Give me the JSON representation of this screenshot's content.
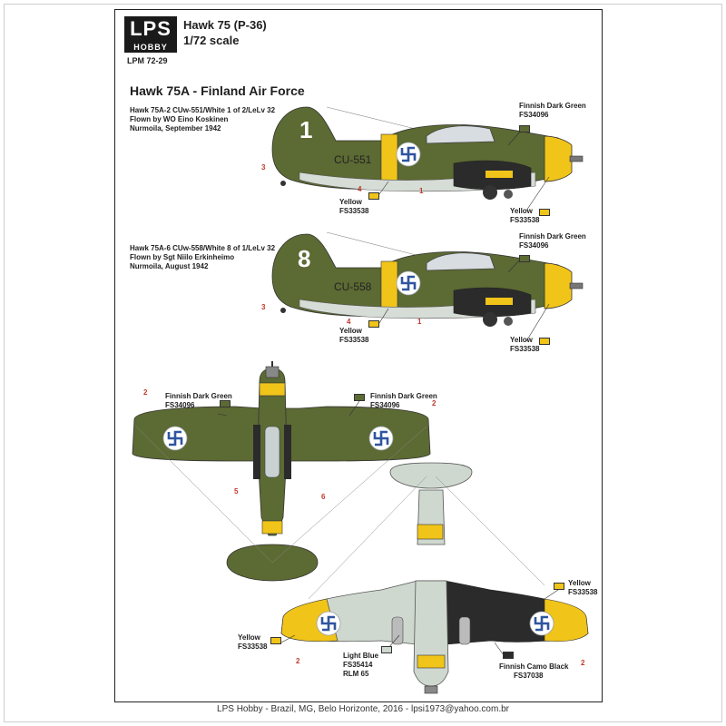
{
  "header": {
    "logo_main": "LPS",
    "logo_sub": "HOBBY",
    "kit_code": "LPM 72-29",
    "model_name": "Hawk 75 (P-36)",
    "scale": "1/72 scale"
  },
  "section_title": "Hawk 75A - Finland Air Force",
  "profiles": [
    {
      "caption": [
        "Hawk 75A-2 CUw-551/White 1 of 2/LeLv 32",
        "Flown by WO Eino Koskinen",
        "Nurmoila, September 1942"
      ],
      "tail_number": "1",
      "code": "CU-551",
      "callout_green": [
        "Finnish Dark Green",
        "FS34096"
      ],
      "callout_yellow_left": [
        "Yellow",
        "FS33538"
      ],
      "callout_yellow_right": [
        "Yellow",
        "FS33538"
      ],
      "markers": [
        "3",
        "4",
        "1"
      ]
    },
    {
      "caption": [
        "Hawk 75A-6 CUw-558/White 8 of 1/LeLv 32",
        "Flown by Sgt Niilo Erkinheimo",
        "Nurmoila, August 1942"
      ],
      "tail_number": "8",
      "code": "CU-558",
      "callout_green": [
        "Finnish Dark Green",
        "FS34096"
      ],
      "callout_yellow_left": [
        "Yellow",
        "FS33538"
      ],
      "callout_yellow_right": [
        "Yellow",
        "FS33538"
      ],
      "markers": [
        "3",
        "4",
        "1"
      ]
    }
  ],
  "top_view": {
    "callout_left": [
      "Finnish Dark Green",
      "FS34096"
    ],
    "callout_right": [
      "Finnish Dark Green",
      "FS34096"
    ],
    "markers": [
      "2",
      "2",
      "5",
      "6"
    ]
  },
  "bottom_view": {
    "callout_yellow_right": [
      "Yellow",
      "FS33538"
    ],
    "callout_yellow_left": [
      "Yellow",
      "FS33538"
    ],
    "callout_blue": [
      "Light Blue",
      "FS35414",
      "RLM 65"
    ],
    "callout_black": [
      "Finnish Camo Black",
      "FS37038"
    ],
    "markers": [
      "2",
      "2"
    ]
  },
  "footer": "LPS Hobby - Brazil, MG, Belo Horizonte, 2016 - lpsi1973@yahoo.com.br",
  "colors": {
    "dark_green": "#5c6a33",
    "yellow": "#f0c419",
    "light_blue": "#cfd8cf",
    "black": "#2b2b2b",
    "roundel_blue": "#2f55a0"
  }
}
